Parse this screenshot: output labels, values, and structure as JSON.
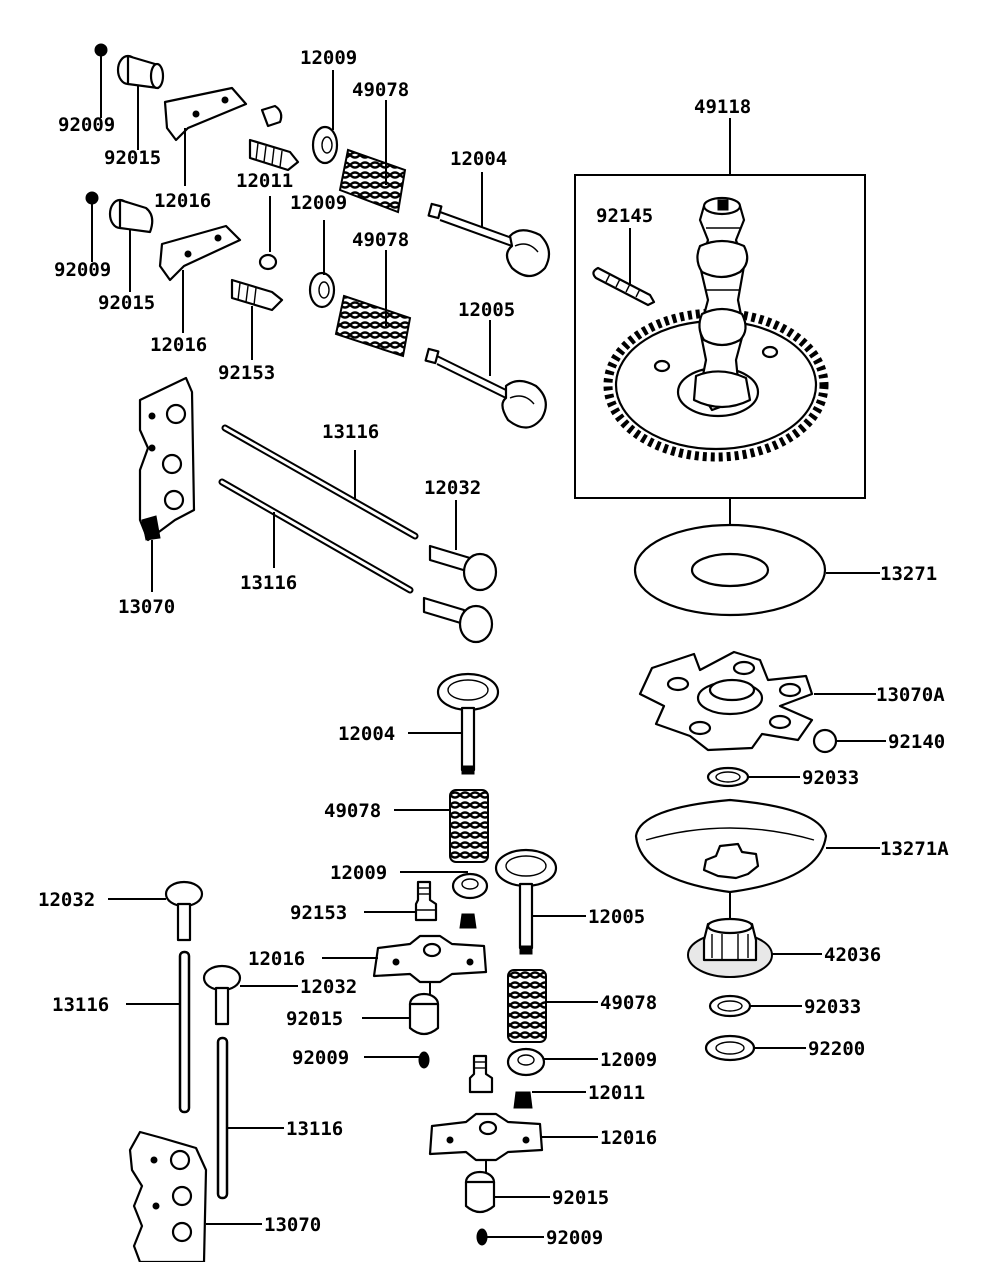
{
  "labels": {
    "l_92009_a": "92009",
    "l_92015_a": "92015",
    "l_12016_a": "12016",
    "l_12009_a": "12009",
    "l_49078_a": "49078",
    "l_12011_a": "12011",
    "l_12004_a": "12004",
    "l_12009_b": "12009",
    "l_49078_b": "49078",
    "l_92009_b": "92009",
    "l_92015_b": "92015",
    "l_12016_b": "12016",
    "l_92153_a": "92153",
    "l_12005_a": "12005",
    "l_13116_a": "13116",
    "l_12032_a": "12032",
    "l_13116_b": "13116",
    "l_13070_a": "13070",
    "l_49118": "49118",
    "l_92145": "92145",
    "l_13271": "13271",
    "l_13070A": "13070A",
    "l_92140": "92140",
    "l_92033_a": "92033",
    "l_13271A": "13271A",
    "l_42036": "42036",
    "l_92033_b": "92033",
    "l_92200": "92200",
    "l_12004_b": "12004",
    "l_49078_c": "49078",
    "l_12009_c": "12009",
    "l_92153_b": "92153",
    "l_12016_c": "12016",
    "l_12032_b": "12032",
    "l_92015_c": "92015",
    "l_92009_c": "92009",
    "l_12005_b": "12005",
    "l_49078_d": "49078",
    "l_12009_d": "12009",
    "l_12011_b": "12011",
    "l_12016_d": "12016",
    "l_92015_d": "92015",
    "l_92009_d": "92009",
    "l_12032_c": "12032",
    "l_13116_c": "13116",
    "l_13116_d": "13116",
    "l_13070_b": "13070"
  }
}
